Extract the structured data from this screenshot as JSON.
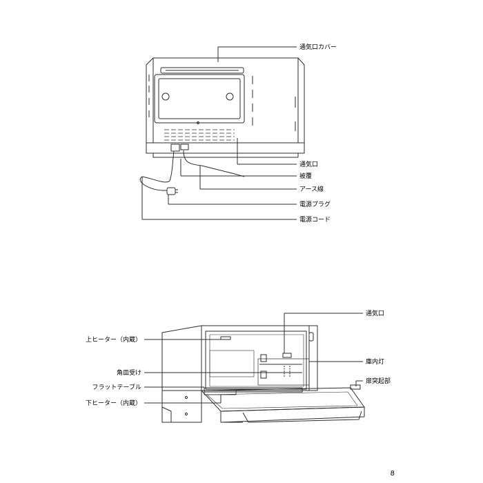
{
  "figure1": {
    "labels": {
      "vent_cover": "通気口カバー",
      "vent": "通気口",
      "sheath": "被覆",
      "earth_wire": "アース線",
      "power_plug": "電源プラグ",
      "power_cord": "電源コード"
    }
  },
  "figure2": {
    "labels": {
      "vent": "通気口",
      "upper_heater": "上ヒーター（内蔵）",
      "square_plate_holder": "角皿受け",
      "interior_light": "庫内灯",
      "flat_table": "フラットテーブル",
      "door_bump": "扉突起部",
      "lower_heater": "下ヒーター（内蔵）"
    }
  },
  "page_number": "8",
  "colors": {
    "line": "#2b2b2b",
    "text": "#000000"
  }
}
